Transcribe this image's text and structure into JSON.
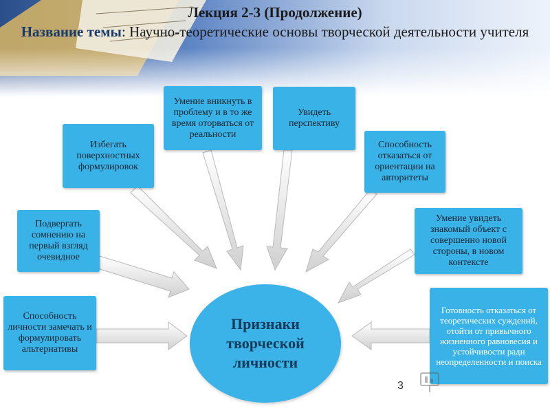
{
  "header": {
    "title": "Лекция 2-3 (Продолжение)",
    "topic_label": "Название темы",
    "topic_text": ": Научно-теоретические основы творческой деятельности учителя"
  },
  "center": {
    "label_lines": [
      "Признаки",
      "творческой",
      "личности"
    ]
  },
  "boxes": [
    {
      "text": "Способность личности замечать и формулировать альтернативы"
    },
    {
      "text": "Подвергать сомнению на первый взгляд очевидное"
    },
    {
      "text": "Избегать поверхностных формулировок"
    },
    {
      "text": "Умение вникнуть в проблему и в то же время оторваться от реальности"
    },
    {
      "text": "Увидеть перспективу"
    },
    {
      "text": "Способность отказаться от ориентации на авторитеты"
    },
    {
      "text": "Умение увидеть знакомый объект с совершенно новой стороны, в новом контексте"
    },
    {
      "text": "Готовность отказаться от теоретических суждений, отойти от привычного жизненного равновесия и устойчивости ради неопределенности и поиска"
    }
  ],
  "page_number": "3",
  "colors": {
    "box": "#39b2e7",
    "center": "#3bb2e8",
    "arrow": "#e6e6e6"
  }
}
